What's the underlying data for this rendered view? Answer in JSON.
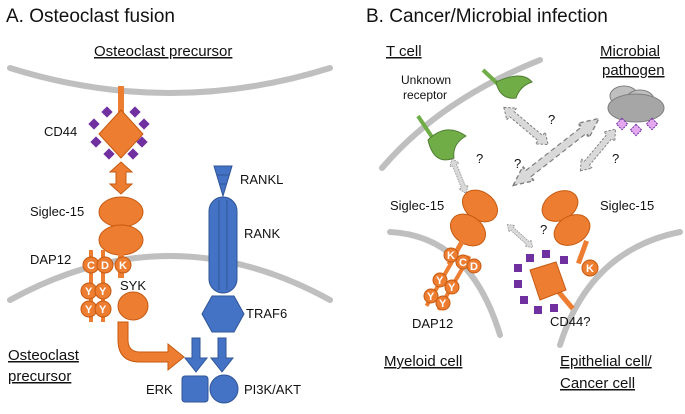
{
  "panel_a": {
    "title": "A. Osteoclast fusion",
    "top_cell_label": "Osteoclast precursor",
    "bottom_cell_label_line1": "Osteoclast",
    "bottom_cell_label_line2": "precursor",
    "labels": {
      "cd44": "CD44",
      "siglec15": "Siglec-15",
      "dap12": "DAP12",
      "syk": "SYK",
      "rankl": "RANKL",
      "rank": "RANK",
      "traf6": "TRAF6",
      "erk": "ERK",
      "pi3k": "PI3K/AKT"
    },
    "motif_letters": {
      "c": "C",
      "d": "D",
      "k": "K",
      "y": "Y"
    }
  },
  "panel_b": {
    "title": "B. Cancer/Microbial infection",
    "t_cell": "T cell",
    "pathogen_line1": "Microbial",
    "pathogen_line2": "pathogen",
    "unknown_line1": "Unknown",
    "unknown_line2": "receptor",
    "siglec15_left": "Siglec-15",
    "siglec15_right": "Siglec-15",
    "dap12": "DAP12",
    "cd44": "CD44?",
    "myeloid": "Myeloid cell",
    "epithelial_line1": "Epithelial cell/",
    "epithelial_line2": "Cancer cell",
    "question": "?",
    "motif_letters": {
      "c": "C",
      "d": "D",
      "k": "K",
      "y": "Y"
    }
  },
  "colors": {
    "siglec": "#ed7d31",
    "rank": "#4472c4",
    "cd44_decoration": "#7030a0",
    "receptor": "#70ad47",
    "membrane": "#bfbfbf",
    "pathogen": "#a6a6a6"
  }
}
